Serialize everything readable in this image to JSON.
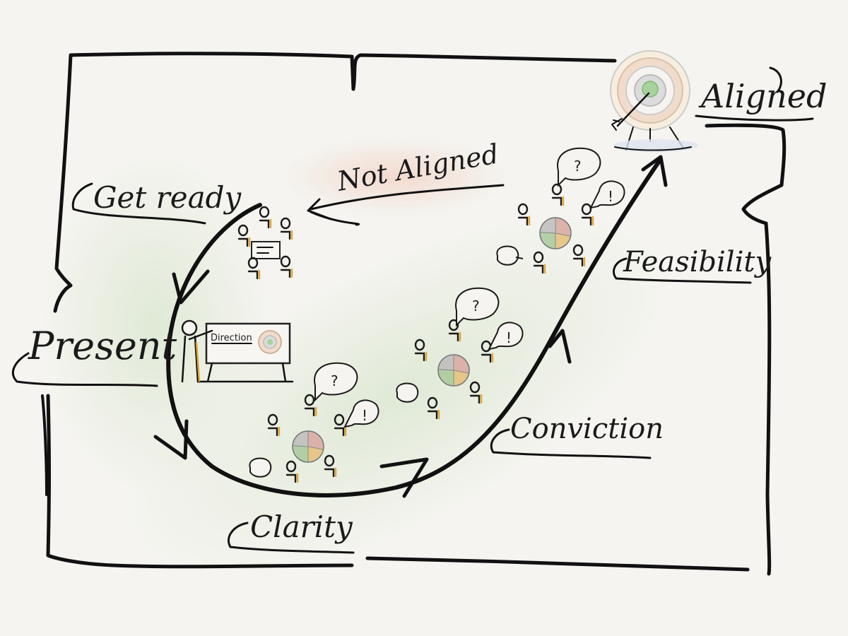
{
  "labels": {
    "aligned": "Aligned",
    "not_aligned": "Not Aligned",
    "get_ready": "Get ready",
    "present": "Present",
    "feasibility": "Feasibility",
    "conviction": "Conviction",
    "clarity": "Clarity",
    "board": "Direction",
    "question": "?",
    "exclaim": "!"
  },
  "colors": {
    "ink": "#111111",
    "paper": "#f5f4f0",
    "person_shadow": "#e2a634",
    "wash_green": "#dfe9d6",
    "wash_red": "#f3ddd3",
    "pie": [
      "#d9a8a0",
      "#e6c07a",
      "#a9c99a",
      "#bdbdbd",
      "#e2a634"
    ]
  }
}
